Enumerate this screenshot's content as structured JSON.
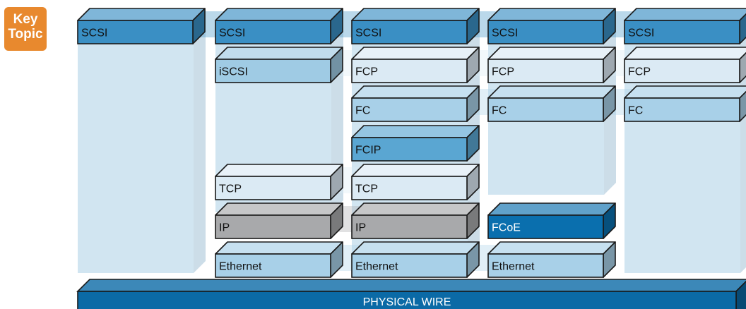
{
  "badge": {
    "line1": "Key",
    "line2": "Topic"
  },
  "stacks": [
    {
      "layers": [
        "SCSI"
      ]
    },
    {
      "layers": [
        "SCSI",
        "iSCSI",
        "TCP",
        "IP",
        "Ethernet"
      ]
    },
    {
      "layers": [
        "SCSI",
        "FCP",
        "FC",
        "FCIP",
        "TCP",
        "IP",
        "Ethernet"
      ]
    },
    {
      "layers": [
        "SCSI",
        "FCP",
        "FC",
        "FCoE",
        "Ethernet"
      ]
    },
    {
      "layers": [
        "SCSI",
        "FCP",
        "FC"
      ]
    }
  ],
  "physical": {
    "label": "PHYSICAL WIRE"
  },
  "colors": {
    "scsi": "#3a8fc4",
    "iscsi": "#9fcbe4",
    "fc": "#a8d0e8",
    "fcip": "#5aa6d2",
    "light": "#dbeaf4",
    "ip": "#a8a9ab",
    "fcoe": "#0a6fae",
    "ethernet": "#a8d0e8",
    "physical": "#0b6aa6",
    "column": "#c9e0ee",
    "badge": "#e8892e"
  }
}
